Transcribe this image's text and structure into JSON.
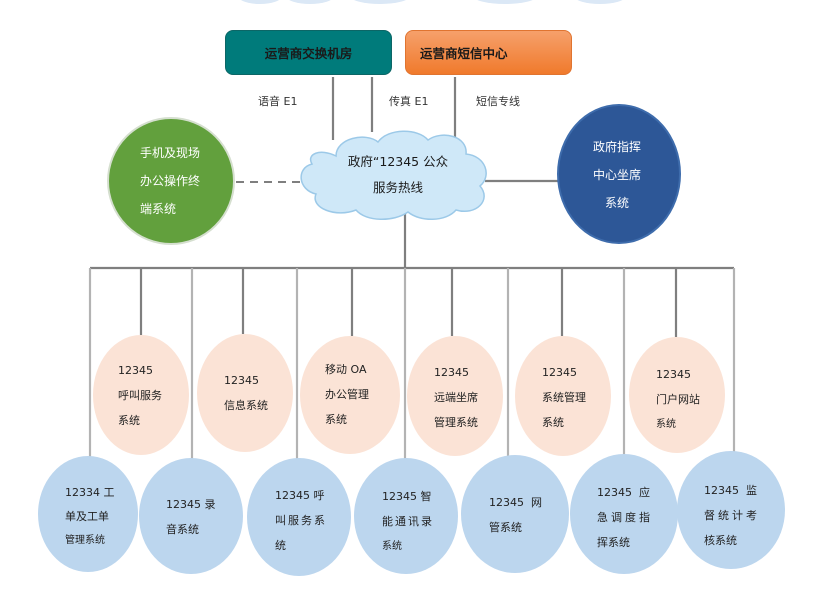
{
  "top_boxes": {
    "switch_room": "运营商交换机房",
    "sms_center": "运营商短信中心"
  },
  "link_labels": {
    "voice": "语音 E1",
    "fax": "传真 E1",
    "sms_line": "短信专线"
  },
  "center": {
    "line1": "政府“12345 公众",
    "line2": "服务热线"
  },
  "side_nodes": {
    "left": [
      "手机及现场",
      "办公操作终",
      "端系统"
    ],
    "right": [
      "政府指挥",
      "中心坐席",
      "系统"
    ]
  },
  "upper_row": [
    {
      "lines": [
        "12345",
        "呼叫服务",
        "系统"
      ]
    },
    {
      "lines": [
        "12345",
        "信息系统"
      ]
    },
    {
      "lines": [
        "移动  OA",
        "办公管理",
        "系统"
      ]
    },
    {
      "lines": [
        "12345",
        "远端坐席",
        "管理系统"
      ]
    },
    {
      "lines": [
        "12345",
        "系统管理",
        "系统"
      ]
    },
    {
      "lines": [
        "12345",
        "门户网站",
        "系统"
      ]
    }
  ],
  "lower_row": [
    {
      "lines": [
        "12334 工",
        "单及工单",
        "管理系统"
      ]
    },
    {
      "lines": [
        "12345 录",
        "音系统"
      ]
    },
    {
      "lines": [
        "12345 呼",
        "叫服务系",
        "统"
      ]
    },
    {
      "lines": [
        "12345 智",
        "能通讯录",
        "系统"
      ]
    },
    {
      "lines": [
        "12345  网",
        "管系统"
      ]
    },
    {
      "lines": [
        "12345  应",
        "急调度指",
        "挥系统"
      ]
    },
    {
      "lines": [
        "12345  监",
        "督统计考",
        "核系统"
      ]
    }
  ],
  "colors": {
    "teal": "#007b7b",
    "orange": "#f07a2c",
    "green": "#62a03d",
    "navy": "#2d5797",
    "cloud": "#cfe8f8",
    "peach": "#fbe3d6",
    "sky": "#bcd6ee",
    "line": "#7f7f7f"
  }
}
